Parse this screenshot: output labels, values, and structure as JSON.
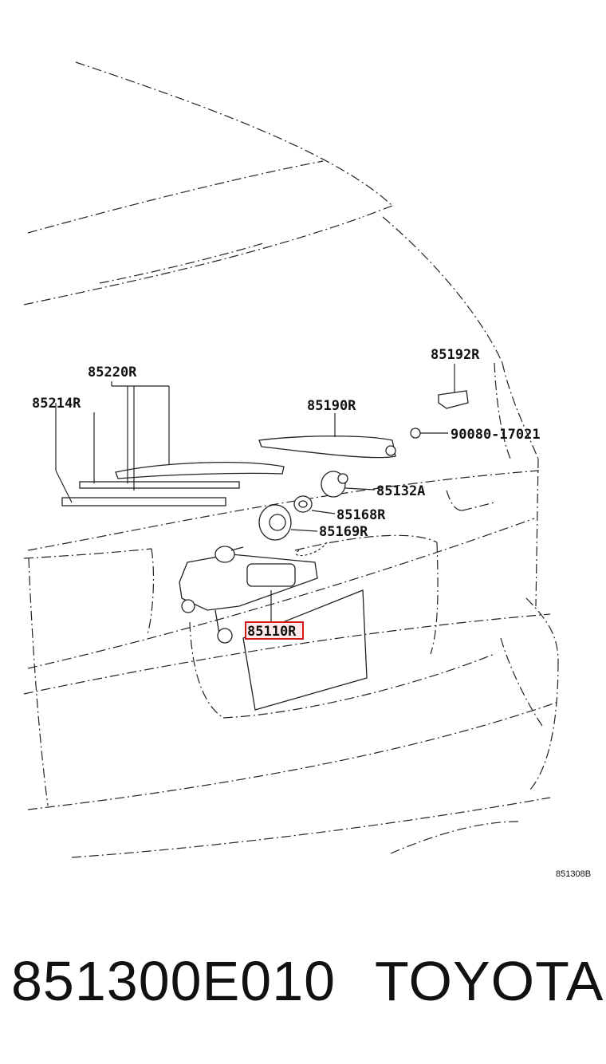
{
  "diagram": {
    "labels": {
      "p85220R": "85220R",
      "p85214R": "85214R",
      "p85190R": "85190R",
      "p85192R": "85192R",
      "p90080": "90080-17021",
      "p85132A": "85132A",
      "p85168R": "85168R",
      "p85169R": "85169R",
      "p85110R": "85110R"
    },
    "highlighted_part": "85110R",
    "highlight_color": "#d11a1a",
    "figure_ref": "851308B"
  },
  "footer": {
    "part_number": "851300E010",
    "brand": "TOYOTA"
  }
}
